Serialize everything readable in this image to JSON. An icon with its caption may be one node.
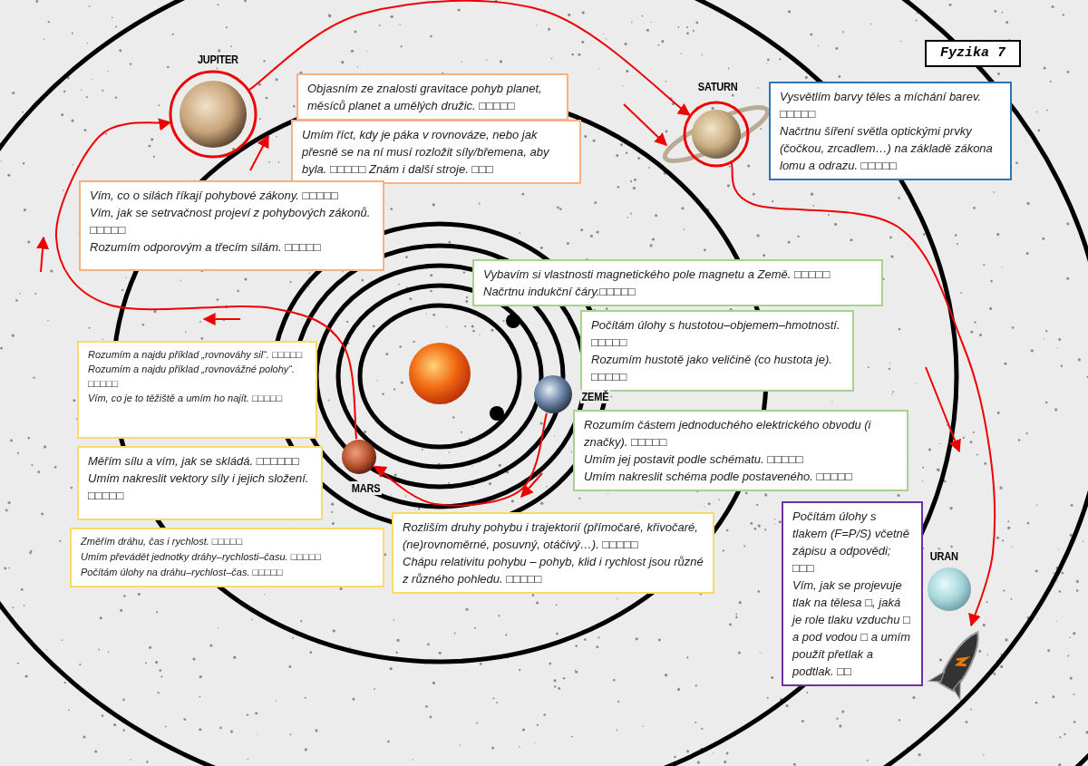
{
  "diagram": {
    "title": "Fyzika 7",
    "nodes": [
      {
        "text": [
          "JUPITER"
        ]
      },
      {
        "text": [
          "Objasním ze znalosti gravitace pohyb planet, měsíců planet a umělých družic. □□□□□"
        ]
      },
      {
        "text": [
          "SATURN"
        ]
      },
      {
        "text": [
          "Vysvětlím barvy těles a míchání barev. □□□□□",
          "Načrtnu šíření světla optickými prvky (čočkou, zrcadlem…) na základě zákona lomu a odrazu. □□□□□"
        ]
      },
      {
        "text": [
          "Umím říct, kdy je páka v rovnováze, nebo jak přesně se na ní musí rozložit síly/břemena, aby byla. □□□□□ Znám i další stroje. □□□"
        ]
      },
      {
        "text": [
          "Vím, co o silách říkají pohybové zákony. □□□□□",
          "Vím, jak se setrvačnost projeví z pohybových zákonů. □□□□□",
          "Rozumím odporovým a třecím silám. □□□□□"
        ]
      },
      {
        "text": [
          "Vybavím si vlastnosti magnetického pole magnetu a Země. □□□□□",
          "Načrtnu indukční čáry.□□□□□"
        ]
      },
      {
        "text": [
          "Počítám úlohy s hustotou–objemem–hmotností. □□□□□",
          "Rozumím hustotě jako veličině (co hustota je). □□□□□"
        ]
      },
      {
        "text": [
          "Rozumím a najdu příklad „rovnováhy sil“. □□□□□",
          "Rozumím a najdu příklad „rovnovážné polohy“. □□□□□",
          "Vím, co je to těžiště a umím ho najít. □□□□□"
        ]
      },
      {
        "text": [
          "ZEMĚ"
        ]
      },
      {
        "text": [
          "Rozumím částem jednoduchého elektrického obvodu (i značky). □□□□□",
          "Umím jej postavit podle schématu. □□□□□",
          "Umím nakreslit schéma podle postaveného. □□□□□"
        ]
      },
      {
        "text": [
          "Měřím sílu a vím, jak se skládá. □□□□□□",
          "Umím nakreslit vektory síly i jejich složení. □□□□□"
        ]
      },
      {
        "text": [
          "MARS"
        ]
      },
      {
        "text": [
          "Počítám úlohy s tlakem (F=P/S) včetně zápisu a odpovědi; □□□",
          "Vím, jak se projevuje tlak na tělesa □, jaká je role tlaku vzduchu □ a pod vodou □ a umím použít přetlak a podtlak. □□"
        ]
      },
      {
        "text": [
          "Rozliším druhy pohybu i trajektorií (přímočaré, křivočaré, (ne)rovnoměrné, posuvný, otáčivý…). □□□□□",
          "Chápu relativitu pohybu – pohyb, klid i rychlost jsou různé z různého pohledu. □□□□□"
        ]
      },
      {
        "text": [
          "Změřím dráhu, čas i rychlost. □□□□□",
          "Umím převádět jednotky dráhy–rychlosti–času. □□□□□",
          "Počítám úlohy na dráhu–rychlost–čas. □□□□□"
        ]
      },
      {
        "text": [
          "URAN"
        ]
      },
      {
        "text": [],
        "shape": "picture"
      }
    ],
    "edges": [
      {
        "from": 9,
        "to": 12,
        "arrow": "to"
      },
      {
        "from": 12,
        "to": 0,
        "arrow": "to"
      },
      {
        "from": 0,
        "to": 2,
        "arrow": "to"
      },
      {
        "from": 2,
        "to": 17,
        "arrow": "to"
      }
    ]
  }
}
